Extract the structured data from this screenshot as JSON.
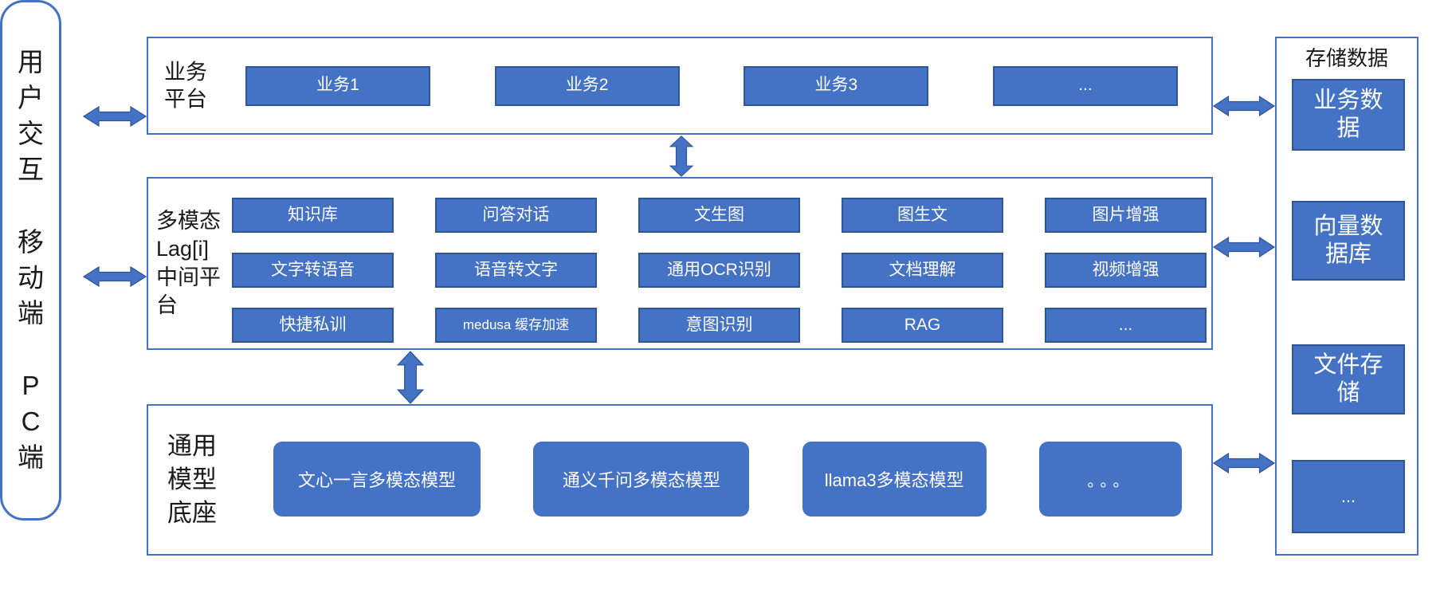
{
  "diagram": {
    "colors": {
      "accent": "#4472C4",
      "border_dark": "#2F5597"
    },
    "left_panel": {
      "lines": [
        "用户交互",
        "移动端",
        "PC端"
      ]
    },
    "business_platform": {
      "label": "业务平台",
      "items": [
        "业务1",
        "业务2",
        "业务3",
        "..."
      ]
    },
    "middle_platform": {
      "label": "多模态Lag[i]中间平台",
      "items": [
        "知识库",
        "问答对话",
        "文生图",
        "图生文",
        "图片增强",
        "文字转语音",
        "语音转文字",
        "通用OCR识别",
        "文档理解",
        "视频增强",
        "快捷私训",
        "medusa 缓存加速",
        "意图识别",
        "RAG",
        "..."
      ]
    },
    "model_base": {
      "label": "通用模型底座",
      "items": [
        "文心一言多模态模型",
        "通义千问多模态模型",
        "llama3多模态模型",
        "。。。"
      ]
    },
    "storage": {
      "title": "存储数据",
      "items": [
        "业务数据",
        "向量数据库",
        "文件存储",
        "..."
      ]
    }
  }
}
